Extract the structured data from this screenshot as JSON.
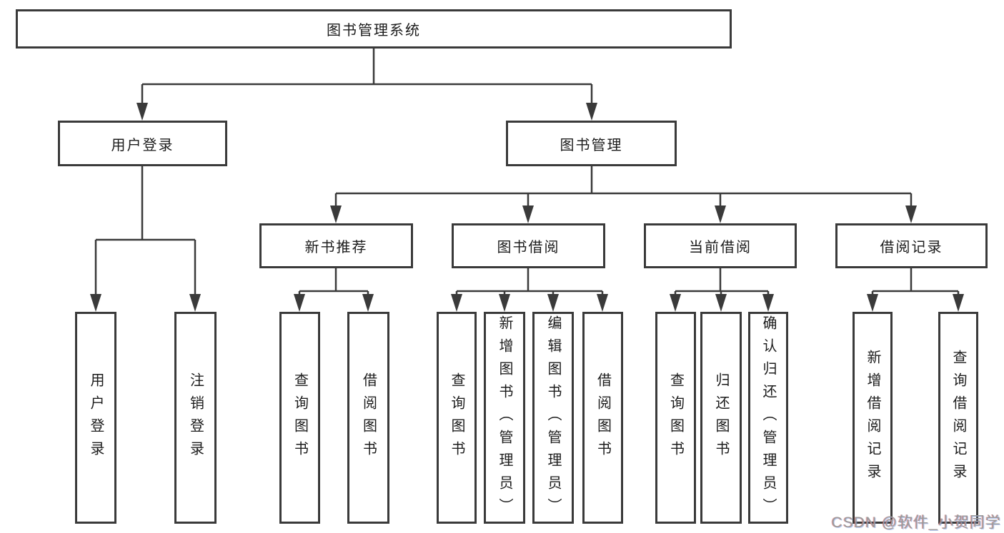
{
  "tree": {
    "label": "图书管理系统",
    "children": [
      {
        "label": "用户登录",
        "children": [
          {
            "label": "用户登录"
          },
          {
            "label": "注销登录"
          }
        ]
      },
      {
        "label": "图书管理",
        "children": [
          {
            "label": "新书推荐",
            "children": [
              {
                "label": "查询图书"
              },
              {
                "label": "借阅图书"
              }
            ]
          },
          {
            "label": "图书借阅",
            "children": [
              {
                "label": "查询图书"
              },
              {
                "label": "新增图书（管理员）"
              },
              {
                "label": "编辑图书（管理员）"
              },
              {
                "label": "借阅图书"
              }
            ]
          },
          {
            "label": "当前借阅",
            "children": [
              {
                "label": "查询图书"
              },
              {
                "label": "归还图书"
              },
              {
                "label": "确认归还（管理员）"
              }
            ]
          },
          {
            "label": "借阅记录",
            "children": [
              {
                "label": "新增借阅记录"
              },
              {
                "label": "查询借阅记录"
              }
            ]
          }
        ]
      }
    ]
  },
  "watermark": {
    "text": "CSDN @软件_小贺同学"
  },
  "colors": {
    "line": "#3a3a3a",
    "border": "#3a3a3a",
    "text": "#1c1c1c",
    "background": "#ffffff",
    "watermark": "#9b9b9b"
  }
}
